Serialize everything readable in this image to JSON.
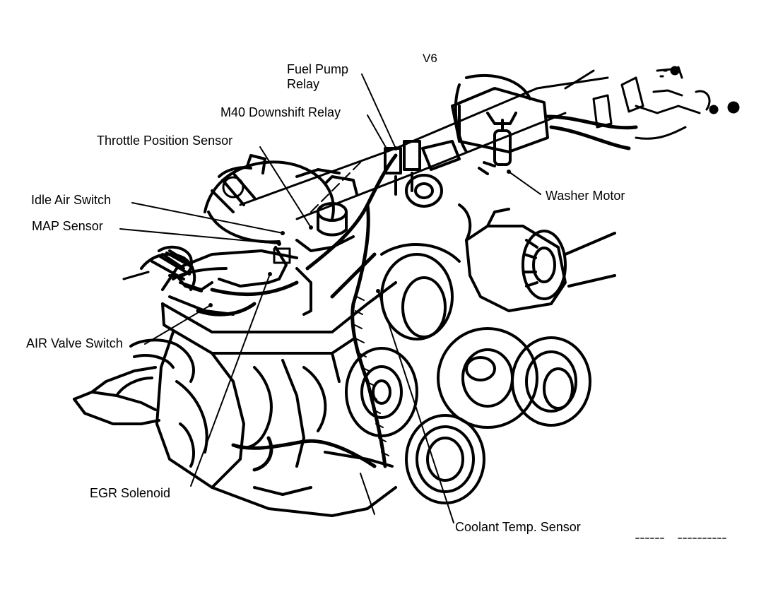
{
  "diagram": {
    "title": "V6",
    "labels": {
      "fuel_pump_relay_line1": "Fuel Pump",
      "fuel_pump_relay_line2": "Relay",
      "m40_downshift_relay": "M40 Downshift Relay",
      "throttle_position_sensor": "Throttle Position Sensor",
      "idle_air_switch": "Idle Air Switch",
      "map_sensor": "MAP Sensor",
      "washer_motor": "Washer Motor",
      "air_valve_switch": "AIR Valve Switch",
      "egr_solenoid": "EGR Solenoid",
      "coolant_temp_sensor": "Coolant Temp. Sensor"
    },
    "colors": {
      "ink": "#000000",
      "paper": "#ffffff"
    }
  }
}
